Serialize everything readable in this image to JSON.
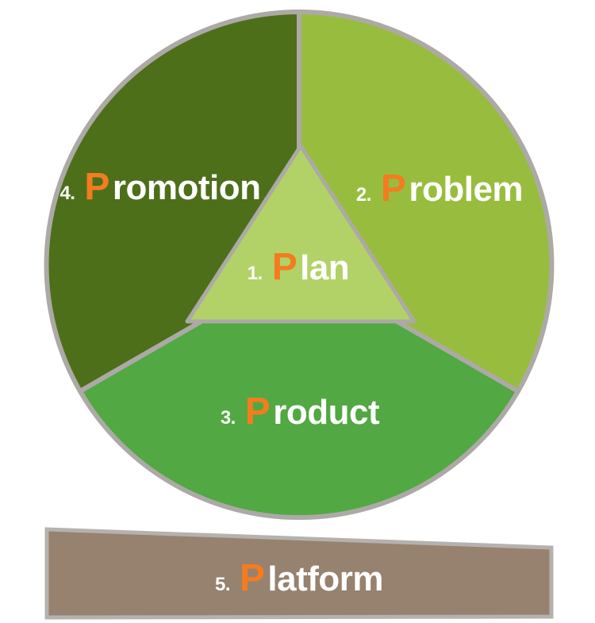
{
  "diagram": {
    "colors": {
      "background": "#ffffff",
      "accent": "#f47c20",
      "text": "#ffffff",
      "circle_border": "#aca9a6",
      "platform_border": "#b5b1ae"
    },
    "segments": {
      "plan": {
        "number": "1.",
        "initial": "P",
        "rest": "lan",
        "label": "1. Plan",
        "color": "#b2d268"
      },
      "problem": {
        "number": "2.",
        "initial": "P",
        "rest": "roblem",
        "label": "2. Problem",
        "color": "#98bd3e"
      },
      "product": {
        "number": "3.",
        "initial": "P",
        "rest": "roduct",
        "label": "3. Product",
        "color": "#52a842"
      },
      "promotion": {
        "number": "4.",
        "initial": "P",
        "rest": "romotion",
        "label": "4. Promotion",
        "color": "#4d6f1a"
      },
      "platform": {
        "number": "5.",
        "initial": "P",
        "rest": "latform",
        "label": "5. Platform",
        "color": "#96826f"
      }
    }
  }
}
